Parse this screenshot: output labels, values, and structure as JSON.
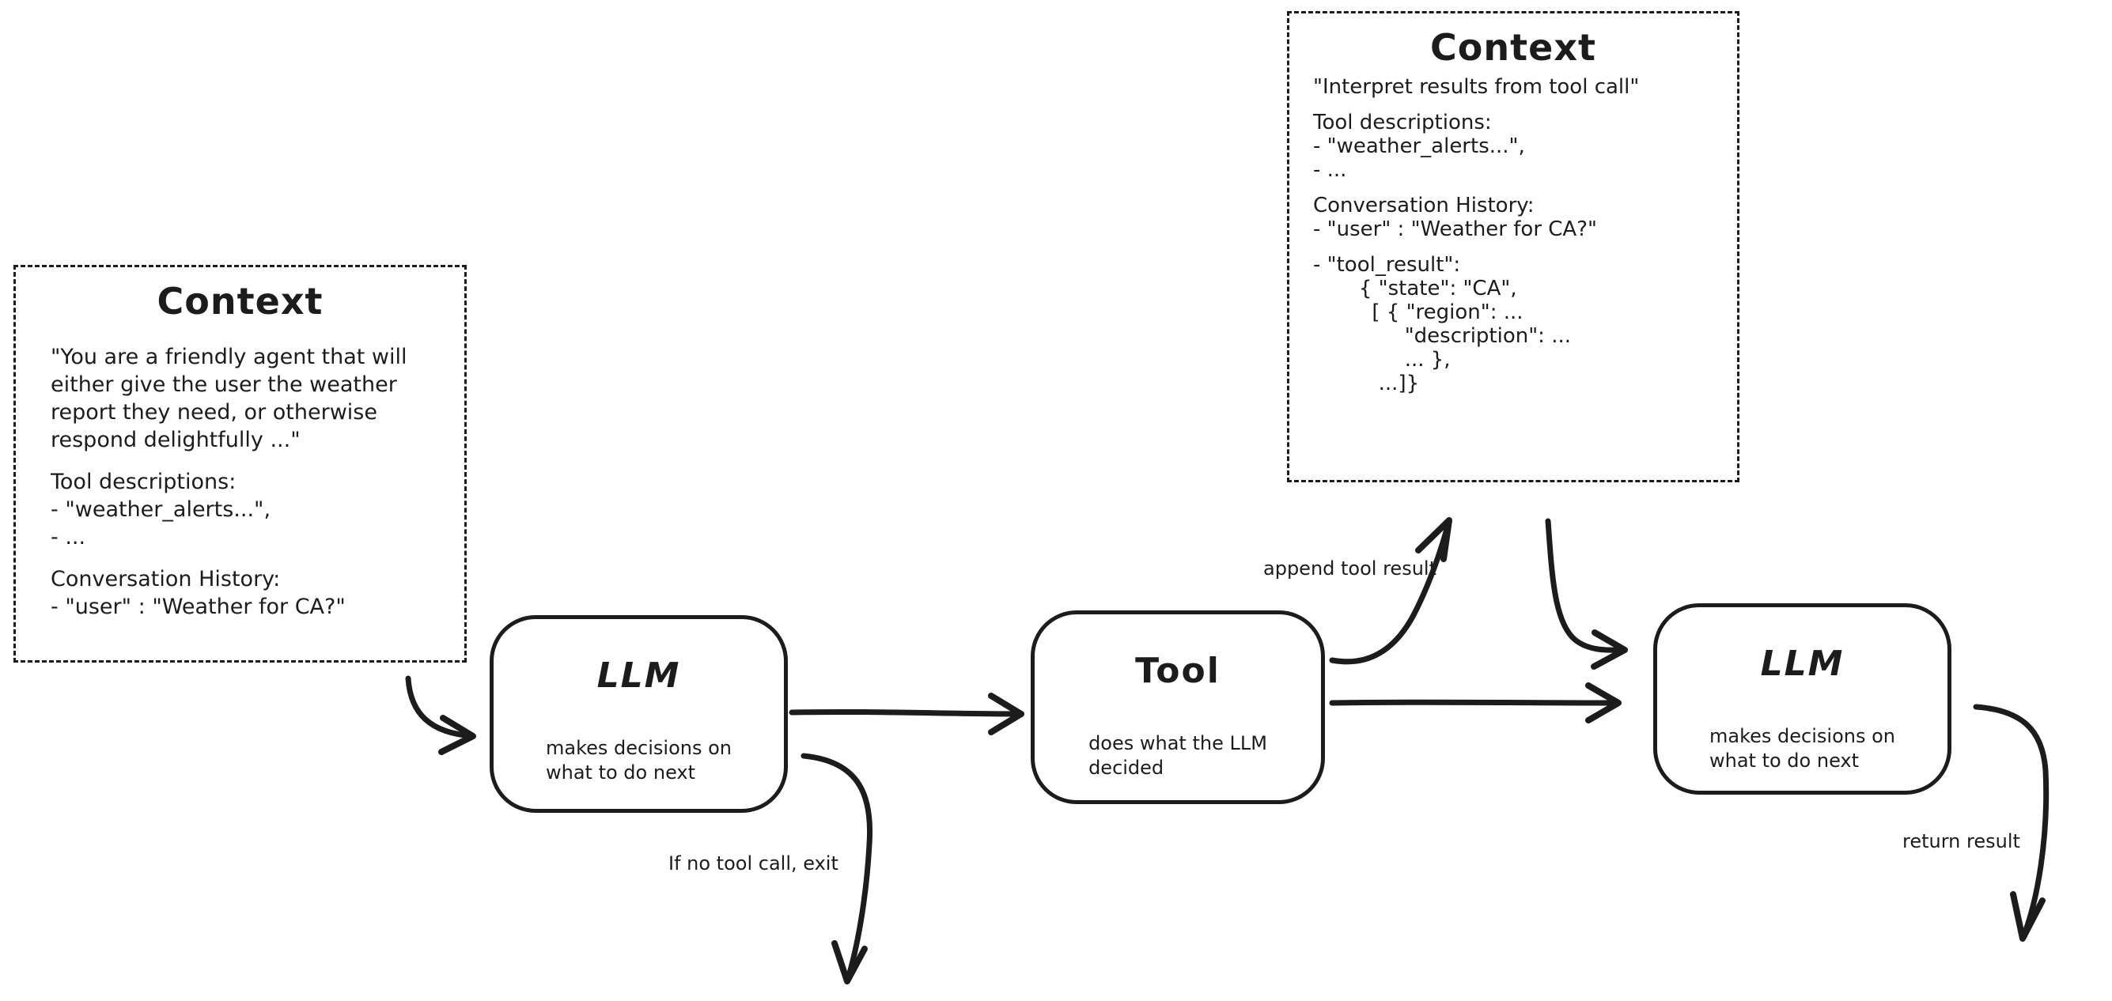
{
  "app": {
    "background": "#ffffff",
    "ink": "#1c1c1c"
  },
  "context_box_1": {
    "title": "Context",
    "paragraphs": [
      [
        "\"You are a friendly agent that will",
        "either give the user the weather",
        "report they need, or otherwise",
        "respond delightfully ...\""
      ],
      [
        "Tool descriptions:",
        "- \"weather_alerts...\",",
        "- ..."
      ],
      [
        "Conversation History:",
        "- \"user\" : \"Weather for CA?\""
      ]
    ]
  },
  "context_box_2": {
    "title": "Context",
    "paragraphs": [
      [
        "\"Interpret results from tool call\""
      ],
      [
        "Tool descriptions:",
        "- \"weather_alerts...\",",
        "- ..."
      ],
      [
        "Conversation History:",
        "- \"user\" : \"Weather for CA?\""
      ],
      [
        "- \"tool_result\":",
        "       { \"state\": \"CA\",",
        "         [ { \"region\": ...",
        "              \"description\": ...",
        "              ... },",
        "          ...]}"
      ]
    ]
  },
  "nodes": {
    "llm_1": {
      "title": "LLM",
      "subtitle_lines": [
        "makes decisions on",
        "what to do next"
      ]
    },
    "tool": {
      "title": "Tool",
      "subtitle_lines": [
        "does what the LLM",
        "decided"
      ]
    },
    "llm_2": {
      "title": "LLM",
      "subtitle_lines": [
        "makes decisions on",
        "what to do next"
      ]
    }
  },
  "edge_labels": {
    "append_tool_result": "append tool result",
    "if_no_tool_call_exit": "If no tool call, exit",
    "return_result": "return result"
  }
}
